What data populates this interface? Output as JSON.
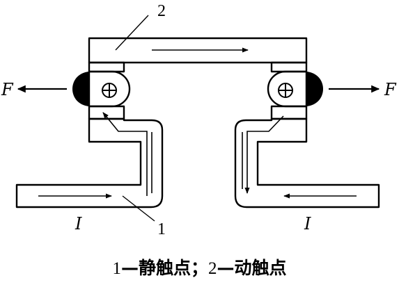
{
  "labels": {
    "moving_contact_number": "2",
    "static_contact_number": "1",
    "force_left": "F",
    "force_right": "F",
    "current_left": "I",
    "current_right": "I"
  },
  "caption": {
    "item1_number": "1",
    "item1_text": "—静触点；",
    "item2_number": "2",
    "item2_text": "—动触点"
  },
  "colors": {
    "ink": "#000000",
    "paper": "#ffffff"
  }
}
